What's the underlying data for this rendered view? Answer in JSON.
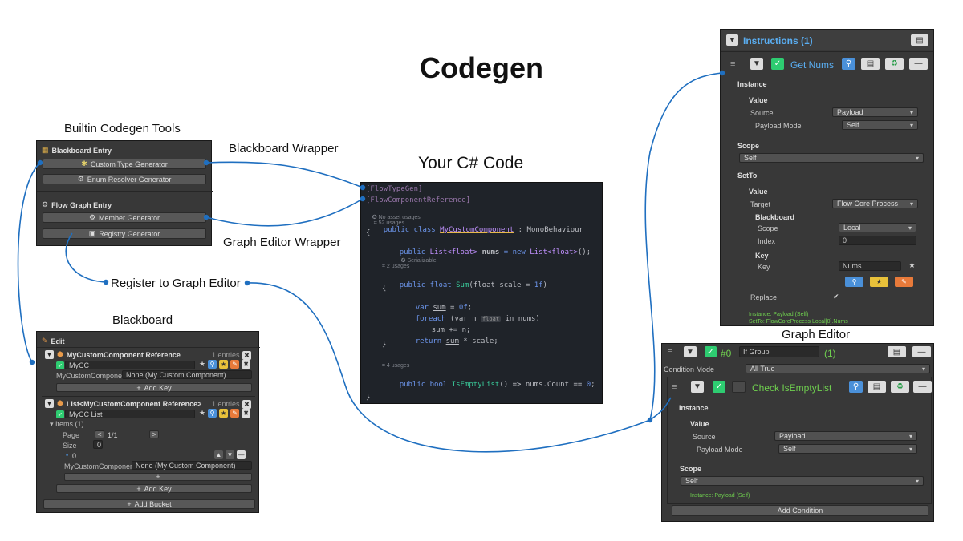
{
  "title": "Codegen",
  "captions": {
    "builtin_tools": "Builtin Codegen Tools",
    "blackboard_wrapper": "Blackboard Wrapper",
    "graph_editor_wrapper": "Graph Editor Wrapper",
    "register": "Register to Graph Editor",
    "blackboard": "Blackboard",
    "your_code": "Your C# Code",
    "graph_editor": "Graph Editor"
  },
  "tools_panel": {
    "blackboard_entry": "Blackboard Entry",
    "custom_type_generator": "Custom Type Generator",
    "enum_resolver_generator": "Enum Resolver Generator",
    "flow_graph_entry": "Flow Graph Entry",
    "member_generator": "Member Generator",
    "registry_generator": "Registry Generator"
  },
  "blackboard_panel": {
    "edit": "Edit",
    "ref_header": "MyCustomComponent Reference",
    "ref_entries": "1 entries",
    "ref_key": "MyCC",
    "ref_field_label": "MyCustomComponent",
    "ref_field_value": "None (My Custom Component)",
    "add_key": "Add Key",
    "list_header": "List<MyCustomComponent Reference>",
    "list_entries": "1 entries",
    "list_key": "MyCC List",
    "items": "Items (1)",
    "page_label": "Page",
    "page_value": "1/1",
    "page_prev": "<",
    "page_next": ">",
    "size_label": "Size",
    "size_value": "0",
    "item_index": "0",
    "item_field_label": "MyCustomComponent",
    "item_field_value": "None (My Custom Component)",
    "add_key_2": "Add Key",
    "add_bucket": "Add Bucket"
  },
  "code": {
    "l1": "[FlowTypeGen]",
    "l2": "[FlowComponentReference]",
    "l3_a": "No asset usages",
    "l3_b": "52 usages",
    "l4_kw": "public class ",
    "l4_name": "MyCustomComponent",
    "l4_rest": " : MonoBehaviour",
    "l5": "{",
    "l6_kw": "public ",
    "l6_type": "List<float>",
    "l6_name": " nums",
    "l6_rest": " = new ",
    "l6_type2": "List<float>",
    "l6_end": "();",
    "l6_hint": "Serializable",
    "u1": "2 usages",
    "l7_kw": "public float ",
    "l7_name": "Sum",
    "l7_rest": "(float scale = ",
    "l7_num": "1f",
    "l7_end": ")",
    "l8": "{",
    "l9_kw": "var ",
    "l9_name": "sum",
    "l9_rest": " = ",
    "l9_num": "0f",
    "l9_end": ";",
    "l10_kw": "foreach ",
    "l10_a": "(var n",
    "l10_hint": "float",
    "l10_b": " in nums)",
    "l11_name": "sum",
    "l11_rest": " += n;",
    "l12_kw": "return ",
    "l12_name": "sum",
    "l12_rest": " * scale;",
    "l13": "}",
    "u2": "4 usages",
    "l14_kw": "public bool ",
    "l14_name": "IsEmptyList",
    "l14_rest": "() => nums.Count == ",
    "l14_num": "0",
    "l14_end": ";",
    "l15": "}"
  },
  "instructions_panel": {
    "header": "Instructions (1)",
    "node_title": "Get Nums",
    "instance": "Instance",
    "value": "Value",
    "source_label": "Source",
    "source_value": "Payload",
    "payload_mode_label": "Payload Mode",
    "payload_mode_value": "Self",
    "scope": "Scope",
    "scope_value": "Self",
    "setto": "SetTo",
    "value2": "Value",
    "target_label": "Target",
    "target_value": "Flow Core Process",
    "blackboard": "Blackboard",
    "bb_scope_label": "Scope",
    "bb_scope_value": "Local",
    "index_label": "Index",
    "index_value": "0",
    "key_section": "Key",
    "key_label": "Key",
    "key_value": "Nums",
    "replace_label": "Replace",
    "info1": "Instance: Payload (Self)",
    "info2": "SetTo: FlowCoreProcess Local[0].Nums"
  },
  "graph_panel": {
    "index": "#0",
    "group_name": "If Group",
    "group_count": "(1)",
    "condition_mode_label": "Condition Mode",
    "condition_mode_value": "All True",
    "node_title": "Check IsEmptyList",
    "instance": "Instance",
    "value": "Value",
    "source_label": "Source",
    "source_value": "Payload",
    "payload_mode_label": "Payload Mode",
    "payload_mode_value": "Self",
    "scope": "Scope",
    "scope_value": "Self",
    "info": "Instance: Payload (Self)",
    "add_condition": "Add Condition"
  },
  "colors": {
    "wire": "#1f6fc0",
    "accent_blue": "#5aaef2",
    "accent_green": "#6fcf4f",
    "panel_bg": "#383838",
    "code_bg": "#1f2329"
  }
}
